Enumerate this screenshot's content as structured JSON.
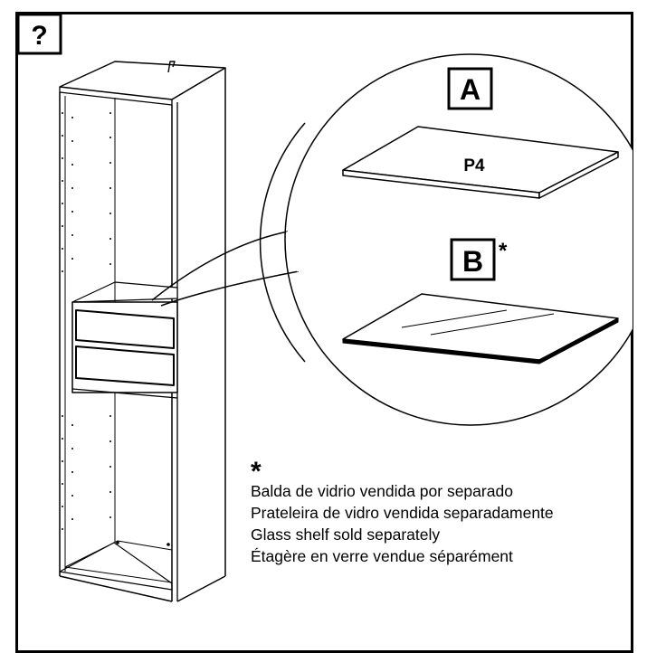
{
  "help_badge": "?",
  "option_a": {
    "label": "A",
    "part_code": "P4"
  },
  "option_b": {
    "label": "B",
    "asterisk": "*"
  },
  "note": {
    "asterisk": "*",
    "lines": [
      "Balda de vidrio vendida por separado",
      "Prateleira de vidro vendida separadamente",
      "Glass shelf sold separately",
      "Étagère en verre vendue séparément"
    ]
  }
}
